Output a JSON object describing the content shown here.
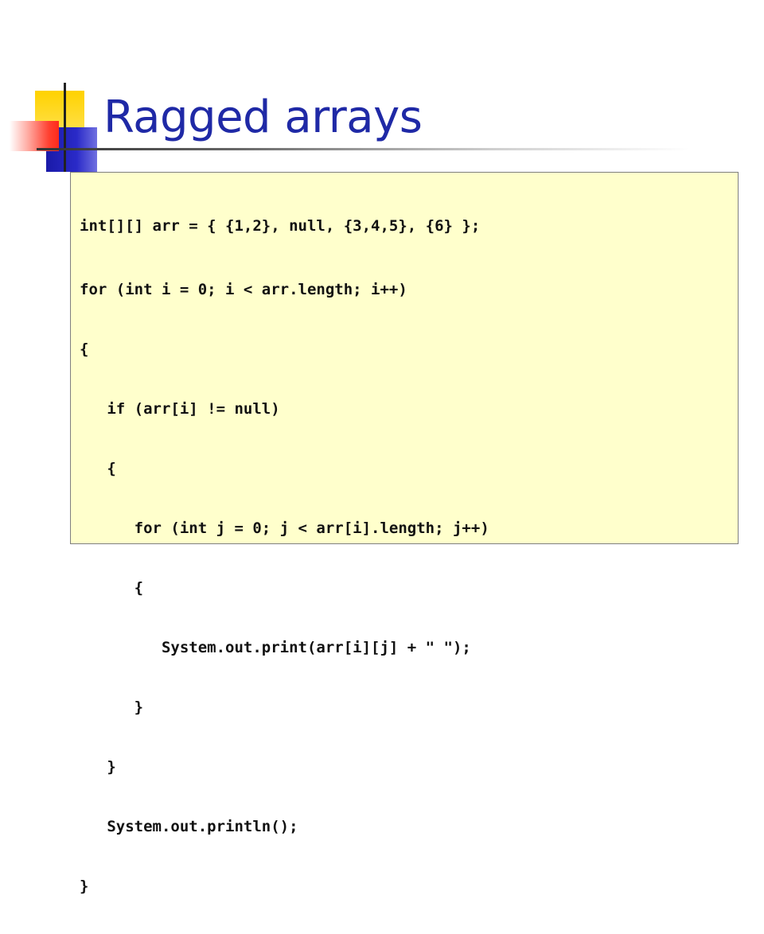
{
  "slide": {
    "title": "Ragged arrays",
    "code_lines": [
      "int[][] arr = { {1,2}, null, {3,4,5}, {6} };",
      "for (int i = 0; i < arr.length; i++)",
      "{",
      "   if (arr[i] != null)",
      "   {",
      "      for (int j = 0; j < arr[i].length; j++)",
      "      {",
      "         System.out.print(arr[i][j] + \" \");",
      "      }",
      "   }",
      "   System.out.println();",
      "}"
    ]
  },
  "colors": {
    "title": "#1f29a6",
    "code_background": "#ffffcc",
    "accent_yellow": "#ffd200",
    "accent_blue": "#1a1aa8",
    "accent_red": "#ff2a1a"
  }
}
